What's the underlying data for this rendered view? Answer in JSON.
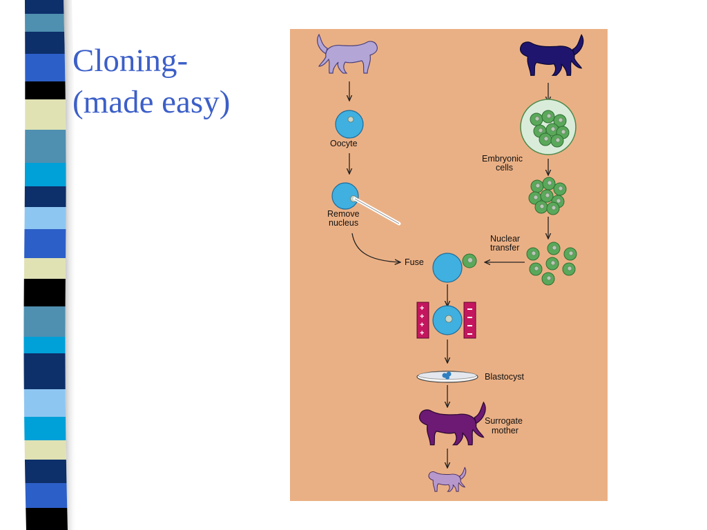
{
  "slide": {
    "title_line1": "Cloning-",
    "title_line2": "(made easy)"
  },
  "diagram": {
    "labels": {
      "oocyte": "Oocyte",
      "remove_nucleus_1": "Remove",
      "remove_nucleus_2": "nucleus",
      "embryonic_cells_1": "Embryonic",
      "embryonic_cells_2": "cells",
      "nuclear_transfer_1": "Nuclear",
      "nuclear_transfer_2": "transfer",
      "fuse": "Fuse",
      "blastocyst": "Blastocyst",
      "surrogate_mother_1": "Surrogate",
      "surrogate_mother_2": "mother"
    },
    "icons": [
      "monkey-donor-oocyte-icon",
      "monkey-donor-embryo-icon",
      "monkey-surrogate-icon",
      "monkey-clone-icon",
      "petri-dish-icon",
      "electrode-icon"
    ]
  },
  "colors": {
    "title": "#3c5fc8",
    "panel_background": "#eab085",
    "oocyte": "#3fb0e0",
    "embryonic_cell": "#5aa85a",
    "donor_light_monkey": "#b3a6d6",
    "donor_dark_monkey": "#20156e",
    "surrogate_monkey": "#6d1a74",
    "clone_monkey": "#b698cc",
    "electrode": "#c4165f"
  }
}
